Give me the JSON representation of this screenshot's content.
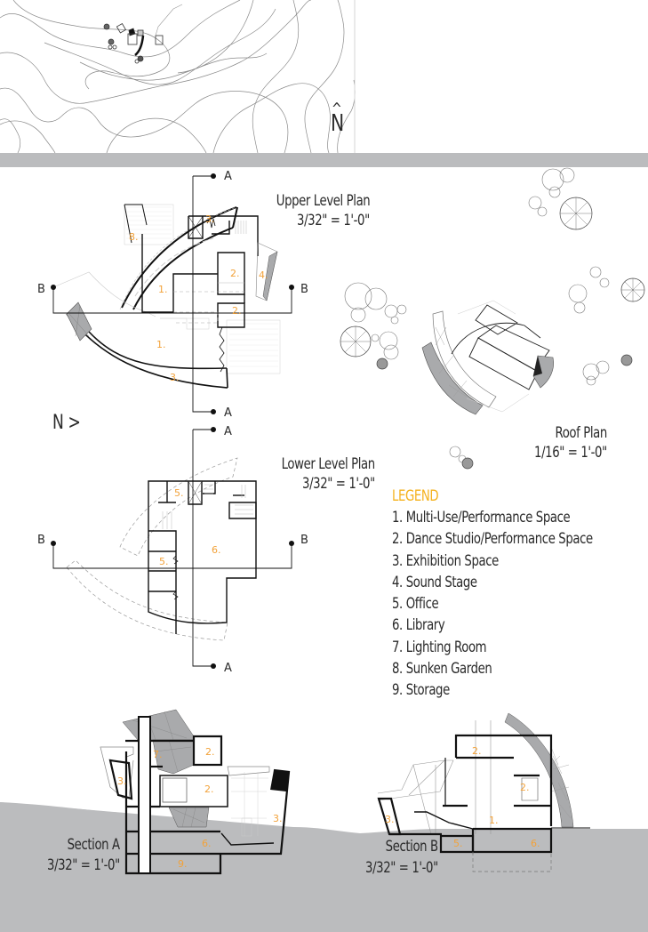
{
  "colors": {
    "accent": "#f5b21e",
    "room_label": "#f2a23a",
    "ink": "#2a2a2a",
    "band": "#bbbcbe",
    "ground": "#bbbcbe",
    "glass": "#a9aaac"
  },
  "site_plan": {
    "north_symbol": "N",
    "north_caret": "^"
  },
  "upper_plan": {
    "title": "Upper Level Plan",
    "scale": "3/32\" = 1'-0\"",
    "section_a": "A",
    "section_b": "B",
    "rooms": [
      "3.",
      "8.",
      "2.",
      "4.",
      "1.",
      "2.",
      "1.",
      "3."
    ]
  },
  "north_indicator": "N >",
  "roof_plan": {
    "title": "Roof Plan",
    "scale": "1/16\" = 1'-0\""
  },
  "lower_plan": {
    "title": "Lower Level Plan",
    "scale": "3/32\" = 1'-0\"",
    "section_a": "A",
    "section_b": "B",
    "rooms": [
      "5.",
      "6.",
      "5."
    ]
  },
  "legend": {
    "title": "LEGEND",
    "items": [
      "1.  Multi-Use/Performance Space",
      "2. Dance Studio/Performance Space",
      "3.  Exhibition Space",
      "4.  Sound Stage",
      "5.  Office",
      "6.  Library",
      "7.  Lighting Room",
      "8.  Sunken Garden",
      "9.  Storage"
    ]
  },
  "section_a": {
    "title": "Section A",
    "scale": "3/32\" = 1'-0\"",
    "rooms": [
      "7.",
      "2.",
      "3.",
      "2.",
      "3.",
      "6.",
      "9."
    ]
  },
  "section_b": {
    "title": "Section B",
    "scale": "3/32\" = 1'-0\"",
    "rooms": [
      "2.",
      "2.",
      "3.",
      "1.",
      "5.",
      "6."
    ]
  }
}
